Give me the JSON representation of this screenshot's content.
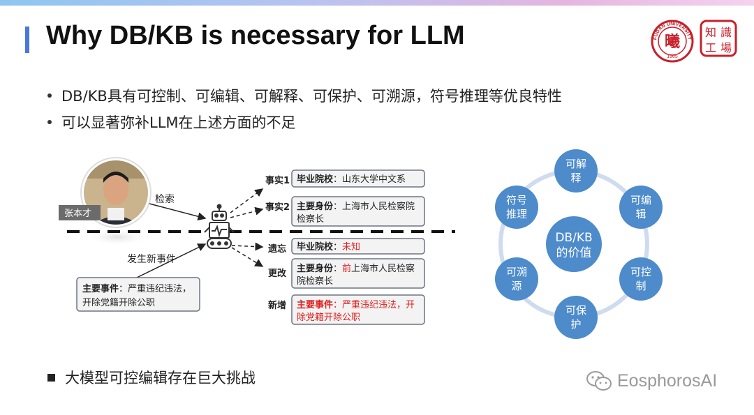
{
  "title": "Why DB/KB is necessary for LLM",
  "bullets": [
    "DB/KB具有可控制、可编辑、可解释、可保护、可溯源，符号推理等优良特性",
    "可以显著弥补LLM在上述方面的不足"
  ],
  "bottom_bullet": "大模型可控编辑存在巨大挑战",
  "diagram": {
    "person_name": "张本才",
    "retrieve_label": "检索",
    "new_event_label": "发生新事件",
    "event_box": {
      "key": "主要事件",
      "sep": "：",
      "value": "严重违纪违法，",
      "line2": "开除党籍开除公职"
    },
    "facts": [
      {
        "label": "事实1",
        "key": "毕业院校",
        "sep": "：",
        "line1": "山东大学中文系",
        "line2": ""
      },
      {
        "label": "事实2",
        "key": "主要身份",
        "sep": "：",
        "line1": "上海市人民检察院",
        "line2": "检察长"
      }
    ],
    "edits": [
      {
        "label": "遗忘",
        "key": "毕业院校",
        "sep": "：",
        "value": "未知"
      },
      {
        "label": "更改",
        "key": "主要身份",
        "sep": "：",
        "red_prefix": "前",
        "rest": "上海市人民检察",
        "line2": "院检察长"
      },
      {
        "label": "新增",
        "key": "主要事件",
        "sep": "：",
        "line1": "严重违纪违法，开",
        "line2": "除党籍开除公职"
      }
    ],
    "center_lines": [
      "DB/KB",
      "的价值"
    ],
    "satellites": [
      {
        "lines": [
          "可解",
          "释"
        ]
      },
      {
        "lines": [
          "可编",
          "辑"
        ]
      },
      {
        "lines": [
          "可控",
          "制"
        ]
      },
      {
        "lines": [
          "可保",
          "护"
        ]
      },
      {
        "lines": [
          "可溯",
          "源"
        ]
      },
      {
        "lines": [
          "符号",
          "推理"
        ]
      }
    ]
  },
  "logos": {
    "university_text": "FUDAN UNIVERSITY",
    "university_year": "1905",
    "university_char": "曦",
    "seal_chars": [
      "知",
      "識",
      "工",
      "場"
    ]
  },
  "watermark": "EosphorosAI",
  "colors": {
    "accent": "#4a78d8",
    "circle": "#4d8bcb",
    "ring": "#cfdbef",
    "red": "#e02020",
    "box_border": "#6d7484",
    "box_fill": "#f3f3f3"
  }
}
